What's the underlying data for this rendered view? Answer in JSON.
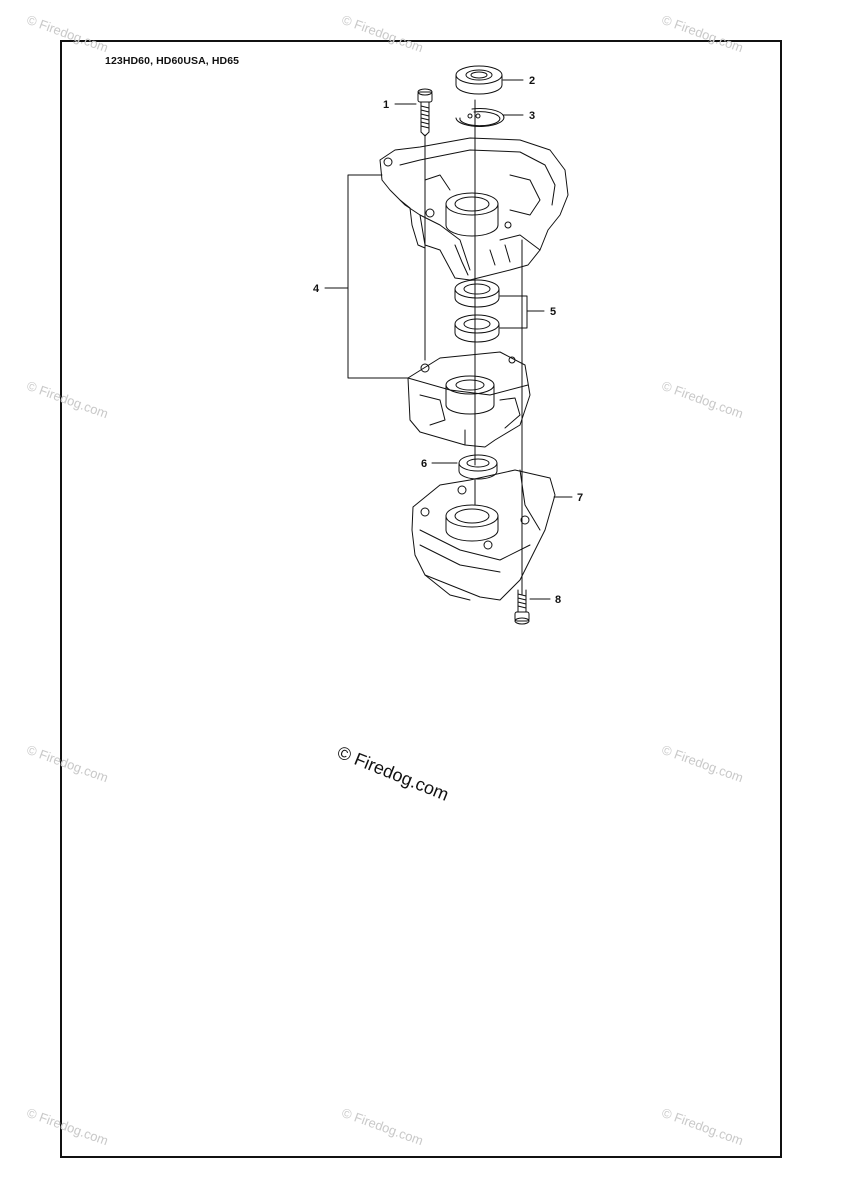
{
  "header": {
    "model_title": "123HD60, HD60USA, HD65"
  },
  "callouts": [
    "1",
    "2",
    "3",
    "4",
    "5",
    "6",
    "7",
    "8"
  ],
  "watermark": {
    "text": "© Firedog.com",
    "color": "#c9c9c9"
  },
  "center_watermark": {
    "text": "© Firedog.com"
  },
  "colors": {
    "line": "#111111",
    "background": "#ffffff"
  }
}
